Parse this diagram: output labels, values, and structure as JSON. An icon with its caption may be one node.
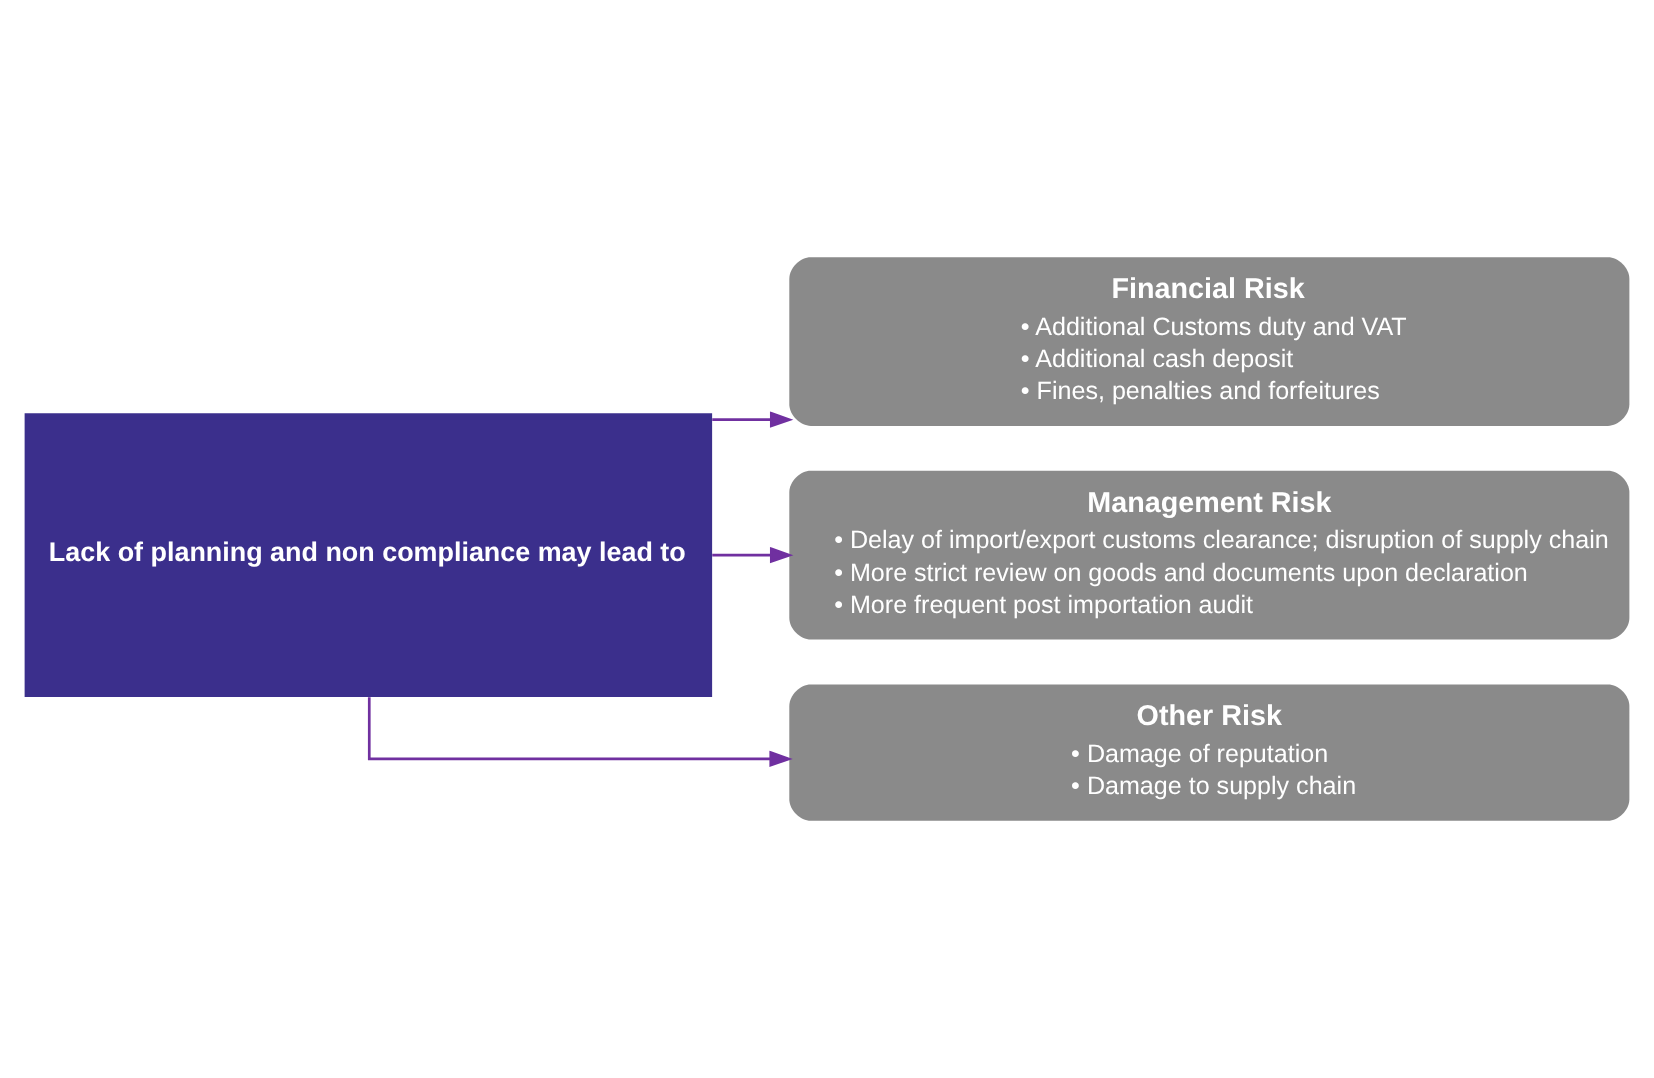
{
  "diagram": {
    "nodes": [
      {
        "text": [
          "Lack of planning and non compliance may lead to"
        ]
      },
      {
        "text": [
          "Financial Risk",
          "• Additional Customs duty and VAT",
          "• Additional cash deposit",
          "• Fines, penalties and forfeitures"
        ]
      },
      {
        "text": [
          "Management Risk",
          "• Delay of import/export customs clearance; disruption of supply chain",
          "• More strict review on goods and documents upon declaration",
          "• More frequent post importation audit"
        ]
      },
      {
        "text": [
          "Other Risk",
          "• Damage of reputation",
          "• Damage to supply chain"
        ]
      }
    ],
    "edges": [
      {
        "from": 0,
        "to": 1,
        "arrow": "to"
      },
      {
        "from": 0,
        "to": 2,
        "arrow": "to"
      },
      {
        "from": 0,
        "to": 3,
        "arrow": "to"
      }
    ]
  }
}
